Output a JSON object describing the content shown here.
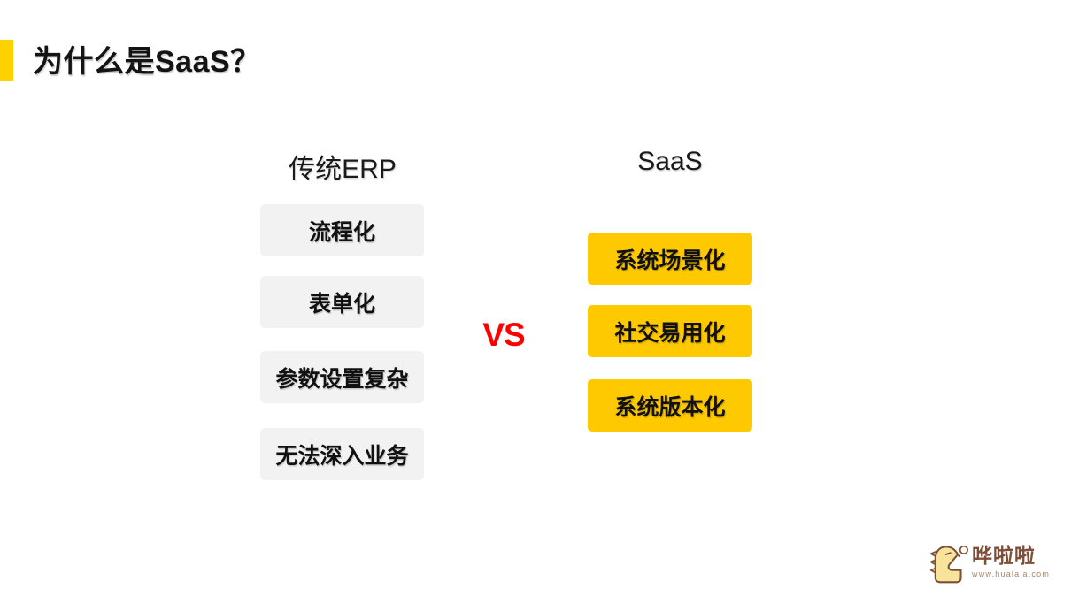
{
  "slide": {
    "title": "为什么是SaaS？",
    "vs_label": "VS",
    "colors": {
      "accent_yellow": "#FFC900",
      "title_bar_yellow": "#FFD100",
      "box_gray": "#F2F2F2",
      "vs_red": "#FF0000",
      "logo_brown": "#7E4F38",
      "logo_url_brown": "#A8866B"
    }
  },
  "left_column": {
    "header": "传统ERP",
    "items": [
      "流程化",
      "表单化",
      "参数设置复杂",
      "无法深入业务"
    ]
  },
  "right_column": {
    "header": "SaaS",
    "items": [
      "系统场景化",
      "社交易用化",
      "系统版本化"
    ]
  },
  "logo": {
    "name": "哗啦啦",
    "url": "www.hualala.com"
  }
}
